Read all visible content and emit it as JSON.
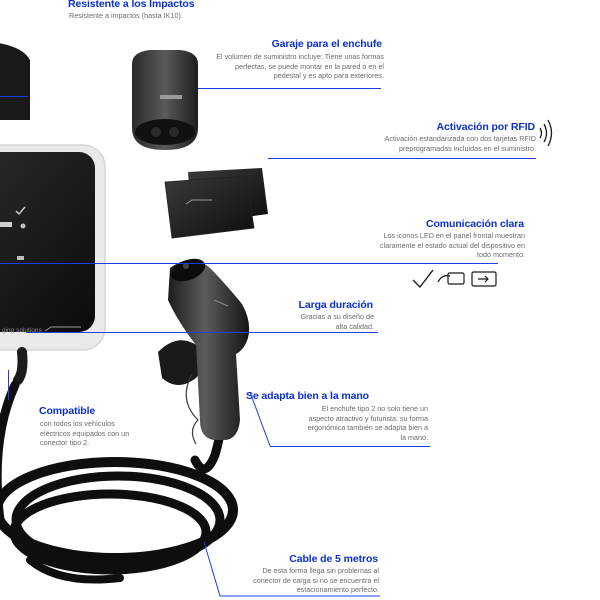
{
  "features": [
    {
      "title": "Resistente a los Impactos",
      "desc": "Resistente a impactos (hasta IK10)."
    },
    {
      "title": "Garaje para el enchufe",
      "desc": "El volumen de suministro incluye: Tiene unas formas perfectas, se puede montar en la pared o en el pedestal y es apto para exteriores."
    },
    {
      "title": "Activación por RFID",
      "desc": "Activación estandarizada con dos tarjetas RFID preprogramadas incluidas en el suministro."
    },
    {
      "title": "Comunicación clara",
      "desc": "Los iconos LED en el panel frontal muestran claramente el estado actual del dispositivo en todo momento."
    },
    {
      "title": "Larga duración",
      "desc": "Gracias a su diseño de alta calidad."
    },
    {
      "title": "Compatible",
      "desc": "con todos los vehículos eléctricos equipados con un conector tipo 2."
    },
    {
      "title": "Se adapta bien a la mano",
      "desc": "El enchufe tipo 2 no solo tiene un aspecto atractivo y futurista: su forma ergonómica también se adapta bien a la mano."
    },
    {
      "title": "Cable de 5 metros",
      "desc": "De esta forma llega sin problemas al conector de carga si no se encuentra el estacionamiento perfecto."
    }
  ],
  "charger_label": "ging solutions",
  "icons": [
    "nfc-waves-icon",
    "checkmark-icon",
    "card-tap-icon",
    "card-insert-icon"
  ],
  "colors": {
    "accent": "#0a2fcf",
    "text": "#6b6b6b",
    "device": "#141414"
  }
}
